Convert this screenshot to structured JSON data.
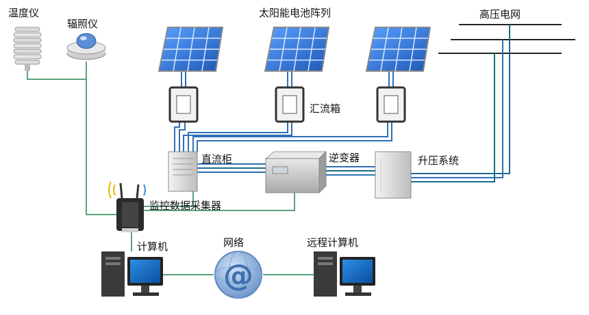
{
  "labels": {
    "thermometer": "温度仪",
    "irradiance_meter": "辐照仪",
    "solar_array": "太阳能电池阵列",
    "grid": "高压电网",
    "combiner_box": "汇流箱",
    "dc_cabinet": "直流柜",
    "inverter": "逆变器",
    "step_up": "升压系统",
    "data_collector": "监控数据采集器",
    "computer": "计算机",
    "network": "网络",
    "remote_computer": "远程计算机"
  },
  "network_symbol": "@",
  "colors": {
    "dc_line": "#2f6fb5",
    "ac_line": "#1a6a8a",
    "data_line": "#5aa37a",
    "panel": "#2a6fd1",
    "grid_line": "#222222"
  }
}
